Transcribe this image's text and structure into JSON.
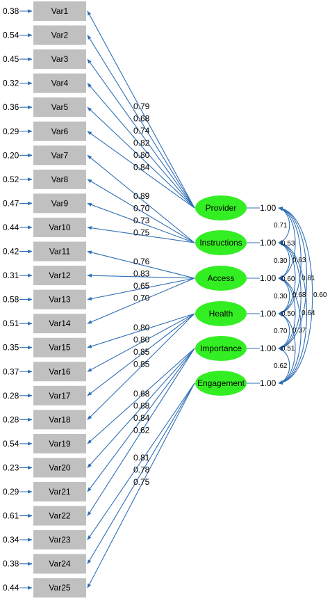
{
  "colors": {
    "line": "#2f6fb5",
    "factor_fill": "#33ee22",
    "box_fill": "#c0c0c0"
  },
  "variables": [
    {
      "label": "Var1",
      "error": "0.38"
    },
    {
      "label": "Var2",
      "error": "0.54"
    },
    {
      "label": "Var3",
      "error": "0.45"
    },
    {
      "label": "Var4",
      "error": "0.32"
    },
    {
      "label": "Var5",
      "error": "0.36"
    },
    {
      "label": "Var6",
      "error": "0.29"
    },
    {
      "label": "Var7",
      "error": "0.20"
    },
    {
      "label": "Var8",
      "error": "0.52"
    },
    {
      "label": "Var9",
      "error": "0.47"
    },
    {
      "label": "Var10",
      "error": "0.44"
    },
    {
      "label": "Var11",
      "error": "0.42"
    },
    {
      "label": "Var12",
      "error": "0.31"
    },
    {
      "label": "Var13",
      "error": "0.58"
    },
    {
      "label": "Var14",
      "error": "0.51"
    },
    {
      "label": "Var15",
      "error": "0.35"
    },
    {
      "label": "Var16",
      "error": "0.37"
    },
    {
      "label": "Var17",
      "error": "0.28"
    },
    {
      "label": "Var18",
      "error": "0.28"
    },
    {
      "label": "Var19",
      "error": "0.54"
    },
    {
      "label": "Var20",
      "error": "0.23"
    },
    {
      "label": "Var21",
      "error": "0.29"
    },
    {
      "label": "Var22",
      "error": "0.61"
    },
    {
      "label": "Var23",
      "error": "0.34"
    },
    {
      "label": "Var24",
      "error": "0.38"
    },
    {
      "label": "Var25",
      "error": "0.44"
    }
  ],
  "factors": [
    {
      "label": "Provider",
      "variance": "1.00",
      "items": [
        0,
        1,
        2,
        3,
        4,
        5
      ],
      "loadings": [
        "0.79",
        "0.68",
        "0.74",
        "0.82",
        "0.80",
        "0.84"
      ]
    },
    {
      "label": "Instructions",
      "variance": "1.00",
      "items": [
        6,
        7,
        8,
        9
      ],
      "loadings": [
        "0.89",
        "0.70",
        "0.73",
        "0.75"
      ]
    },
    {
      "label": "Access",
      "variance": "1.00",
      "items": [
        10,
        11,
        12,
        13
      ],
      "loadings": [
        "0.76",
        "0.83",
        "0.65",
        "0.70"
      ]
    },
    {
      "label": "Health",
      "variance": "1.00",
      "items": [
        14,
        15,
        16,
        17
      ],
      "loadings": [
        "0.80",
        "0.80",
        "0.85",
        "0.85"
      ]
    },
    {
      "label": "Importance",
      "variance": "1.00",
      "items": [
        18,
        19,
        20,
        21
      ],
      "loadings": [
        "0.68",
        "0.88",
        "0.84",
        "0.62"
      ]
    },
    {
      "label": "Engagement",
      "variance": "1.00",
      "items": [
        22,
        23,
        24
      ],
      "loadings": [
        "0.81",
        "0.78",
        "0.75"
      ]
    }
  ],
  "correlations": [
    {
      "from": 0,
      "to": 1,
      "value": "0.71"
    },
    {
      "from": 1,
      "to": 2,
      "value": "0.53"
    },
    {
      "from": 0,
      "to": 2,
      "value": "0.63"
    },
    {
      "from": 2,
      "to": 3,
      "value": "0.30"
    },
    {
      "from": 1,
      "to": 3,
      "value": "0.60"
    },
    {
      "from": 0,
      "to": 3,
      "value": "0.81"
    },
    {
      "from": 3,
      "to": 4,
      "value": "0.30"
    },
    {
      "from": 2,
      "to": 4,
      "value": "0.68"
    },
    {
      "from": 0,
      "to": 5,
      "value": "0.60"
    },
    {
      "from": 1,
      "to": 4,
      "value": "0.50"
    },
    {
      "from": 0,
      "to": 4,
      "value": "0.64"
    },
    {
      "from": 2,
      "to": 5,
      "value": "0.37"
    },
    {
      "from": 3,
      "to": 5,
      "value": "0.70"
    },
    {
      "from": 1,
      "to": 5,
      "value": "0.51"
    },
    {
      "from": 4,
      "to": 5,
      "value": "0.62"
    }
  ]
}
